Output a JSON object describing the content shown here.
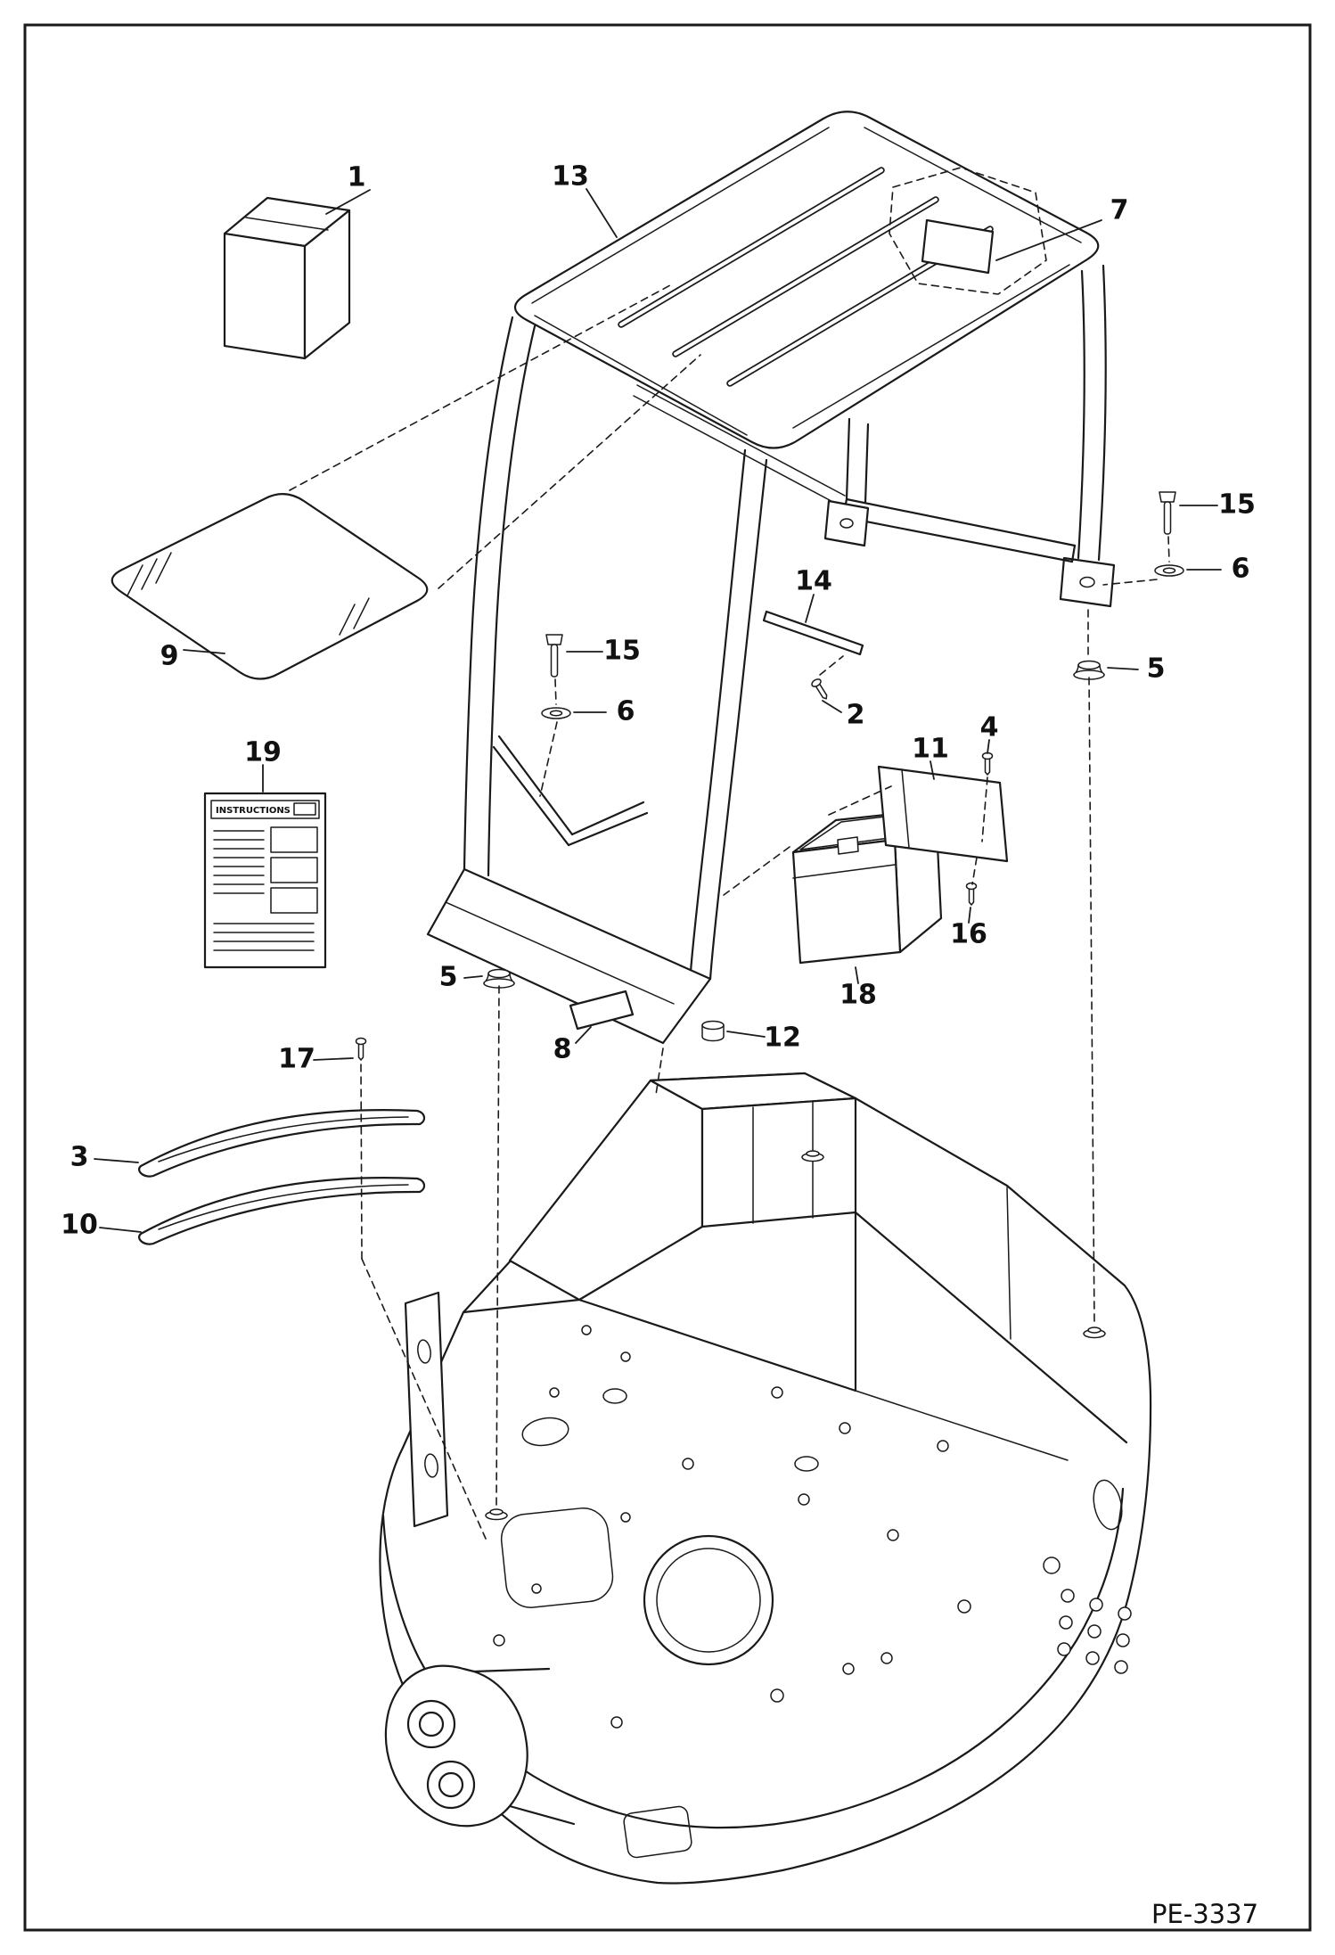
{
  "page": {
    "figure_code": "PE-3337",
    "background_color": "#ffffff",
    "line_color": "#1a1a1a"
  },
  "instructions_sheet": {
    "title": "INSTRUCTIONS"
  },
  "callouts": {
    "n1": "1",
    "n2": "2",
    "n3": "3",
    "n4": "4",
    "n5_left": "5",
    "n5_right": "5",
    "n6_left": "6",
    "n6_right": "6",
    "n7": "7",
    "n8": "8",
    "n9": "9",
    "n10": "10",
    "n11": "11",
    "n12": "12",
    "n13": "13",
    "n14": "14",
    "n15_left": "15",
    "n15_right": "15",
    "n16": "16",
    "n17": "17",
    "n18": "18",
    "n19": "19"
  }
}
